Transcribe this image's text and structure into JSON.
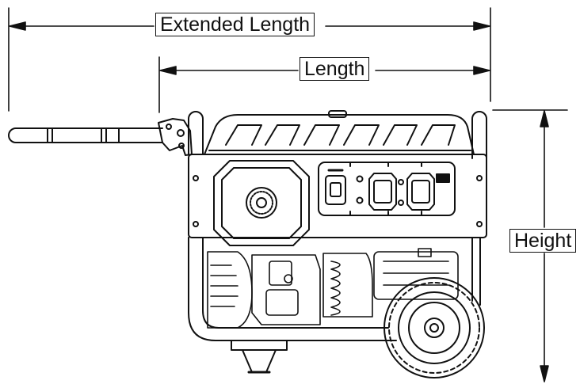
{
  "dimensions": {
    "extended_length": "Extended Length",
    "length": "Length",
    "height": "Height"
  },
  "colors": {
    "line": "#111111",
    "background": "#ffffff"
  }
}
